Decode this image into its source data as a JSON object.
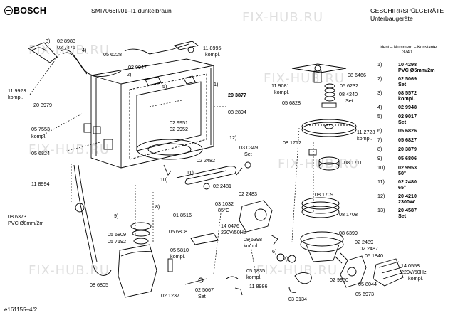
{
  "header": {
    "brand": "BOSCH",
    "model": "SMI7066II/01–I1,dunkelbraun",
    "category_line1": "GESCHIRRSPÜLGERÄTE",
    "category_line2": "Unterbaugeräte",
    "ident_label": "Ident – Nummern – Konstante",
    "ident_value": "3740"
  },
  "footer": {
    "doc_id": "e161155–4/2"
  },
  "watermark": "FIX-HUB.RU",
  "part_labels": [
    "3)",
    "02 8983",
    "02 7475",
    "4)",
    "05 6228",
    "11 8995",
    "kompl.",
    "02 9947",
    "2)",
    "5)",
    "11 9923",
    "kompl.",
    "20 3979",
    "1)",
    "20 3877",
    "08 2894",
    "02 9951",
    "02 9952",
    "05 7553",
    "kompl.",
    "05 6824",
    "12)",
    "03 0349",
    "Set",
    "02 2482",
    "11)",
    "11 8994",
    "10)",
    "8)",
    "02 2481",
    "02 2483",
    "03 1032",
    "85°C",
    "01 8516",
    "9)",
    "08 6373",
    "PVC Ø8mm/2m",
    "05 6809",
    "05 6808",
    "05 7192",
    "14 0476",
    "220V/50Hz",
    "08 6398",
    "kompl.",
    "6)",
    "7)",
    "05 5810",
    "kompl.",
    "08 6805",
    "02 1237",
    "02 5067",
    "Set",
    "05 1835",
    "kompl.",
    "11 8986",
    "11 9081",
    "kompl.",
    "08 6466",
    "05 6232",
    "08 4240",
    "Set",
    "05 6828",
    "11 2728",
    "kompl.",
    "08 1712",
    "08 1711",
    "08 1709",
    "08 1708",
    "08 6399",
    "02 2489",
    "02 2487",
    "05 1840",
    "02 9950",
    "05 8044",
    "14 0558",
    "220V/50Hz",
    "kompl.",
    "05 6973",
    "03 0134"
  ],
  "legend": [
    {
      "num": "1)",
      "part": "10 4298",
      "extra": "PVC Ø5mm/2m"
    },
    {
      "num": "2)",
      "part": "02 5069",
      "extra": "Set"
    },
    {
      "num": "3)",
      "part": "08 5572",
      "extra": "kompl."
    },
    {
      "num": "4)",
      "part": "02 9948",
      "extra": ""
    },
    {
      "num": "5)",
      "part": "02 9017",
      "extra": "Set"
    },
    {
      "num": "6)",
      "part": "05 6826",
      "extra": ""
    },
    {
      "num": "7)",
      "part": "05 6827",
      "extra": ""
    },
    {
      "num": "8)",
      "part": "20 3879",
      "extra": ""
    },
    {
      "num": "9)",
      "part": "05 6806",
      "extra": ""
    },
    {
      "num": "10)",
      "part": "02 9953",
      "extra": "50°"
    },
    {
      "num": "11)",
      "part": "02 2480",
      "extra": "65°"
    },
    {
      "num": "12)",
      "part": "20 4210",
      "extra": "2300W"
    },
    {
      "num": "13)",
      "part": "20 4587",
      "extra": "Set"
    }
  ]
}
